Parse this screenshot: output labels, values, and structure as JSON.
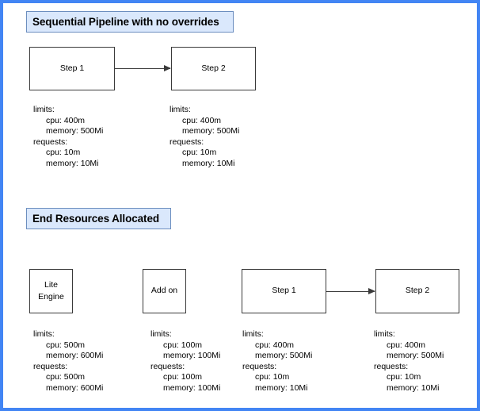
{
  "diagram": {
    "sections": [
      {
        "id": "sequential-pipeline",
        "title": "Sequential Pipeline with no overrides",
        "nodes": [
          {
            "id": "step-1",
            "lines": [
              "Step 1"
            ]
          },
          {
            "id": "step-2",
            "lines": [
              "Step 2"
            ]
          }
        ],
        "connectors": [
          {
            "id": "step-1-to-step-2",
            "from": "step-1",
            "to": "step-2"
          }
        ],
        "specs": [
          {
            "id": "spec-step-1",
            "limits_label": "limits:",
            "limits_cpu": "cpu: 400m",
            "limits_memory": "memory: 500Mi",
            "requests_label": "requests:",
            "requests_cpu": "cpu: 10m",
            "requests_memory": "memory: 10Mi"
          },
          {
            "id": "spec-step-2",
            "limits_label": "limits:",
            "limits_cpu": "cpu: 400m",
            "limits_memory": "memory: 500Mi",
            "requests_label": "requests:",
            "requests_cpu": "cpu: 10m",
            "requests_memory": "memory: 10Mi"
          }
        ]
      },
      {
        "id": "end-resources-allocated",
        "title": "End Resources Allocated",
        "nodes": [
          {
            "id": "lite-engine",
            "lines": [
              "Lite",
              "Engine"
            ]
          },
          {
            "id": "add-on",
            "lines": [
              "Add on"
            ]
          },
          {
            "id": "step-1",
            "lines": [
              "Step 1"
            ]
          },
          {
            "id": "step-2",
            "lines": [
              "Step 2"
            ]
          }
        ],
        "connectors": [
          {
            "id": "step-1-to-step-2",
            "from": "step-1",
            "to": "step-2"
          }
        ],
        "specs": [
          {
            "id": "spec-lite-engine",
            "limits_label": "limits:",
            "limits_cpu": "cpu: 500m",
            "limits_memory": "memory: 600Mi",
            "requests_label": "requests:",
            "requests_cpu": "cpu: 500m",
            "requests_memory": "memory: 600Mi"
          },
          {
            "id": "spec-add-on",
            "limits_label": "limits:",
            "limits_cpu": "cpu: 100m",
            "limits_memory": "memory: 100Mi",
            "requests_label": "requests:",
            "requests_cpu": "cpu: 100m",
            "requests_memory": "memory: 100Mi"
          },
          {
            "id": "spec-step-1",
            "limits_label": "limits:",
            "limits_cpu": "cpu: 400m",
            "limits_memory": "memory: 500Mi",
            "requests_label": "requests:",
            "requests_cpu": "cpu: 10m",
            "requests_memory": "memory: 10Mi"
          },
          {
            "id": "spec-step-2",
            "limits_label": "limits:",
            "limits_cpu": "cpu: 400m",
            "limits_memory": "memory: 500Mi",
            "requests_label": "requests:",
            "requests_cpu": "cpu: 10m",
            "requests_memory": "memory: 10Mi"
          }
        ]
      }
    ],
    "colors": {
      "frame_border": "#4285f4",
      "chip_fill": "#dae8fc",
      "chip_border": "#6c8ebf",
      "node_border": "#3a3a3a",
      "text": "#000000"
    }
  }
}
